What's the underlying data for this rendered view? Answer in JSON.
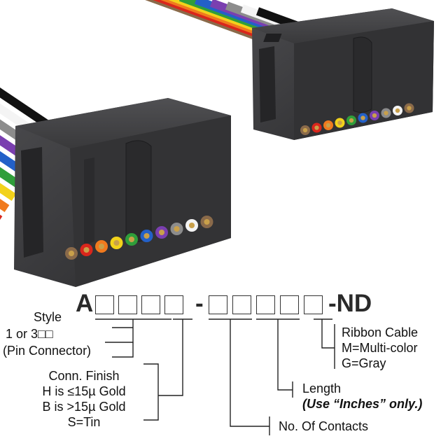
{
  "part_number": {
    "prefix": "A",
    "separator": "-",
    "suffix": "-ND",
    "boxes_group1": 4,
    "boxes_group2": 5
  },
  "labels": {
    "style": {
      "title": "Style",
      "line1": "1 or 3□□",
      "line2": "(Pin Connector)"
    },
    "conn_finish": {
      "title": "Conn. Finish",
      "line1": "H is ≤15µ  Gold",
      "line2": "B is >15µ  Gold",
      "line3": "S=Tin"
    },
    "ribbon": {
      "title": "Ribbon Cable",
      "line1": "M=Multi-color",
      "line2": "G=Gray"
    },
    "length": {
      "title": "Length",
      "note": "(Use “Inches” only.)"
    },
    "contacts": {
      "title": "No. Of Contacts"
    }
  },
  "colors": {
    "connector": "#3a3a3c",
    "connector_dark": "#232325",
    "line": "#222222",
    "wires": [
      "#8a6a4a",
      "#d9261c",
      "#f07a1e",
      "#f2d21b",
      "#2f9e3a",
      "#2360c8",
      "#7a3fb0",
      "#8c8c8c",
      "#f4f4f4",
      "#111111"
    ]
  }
}
